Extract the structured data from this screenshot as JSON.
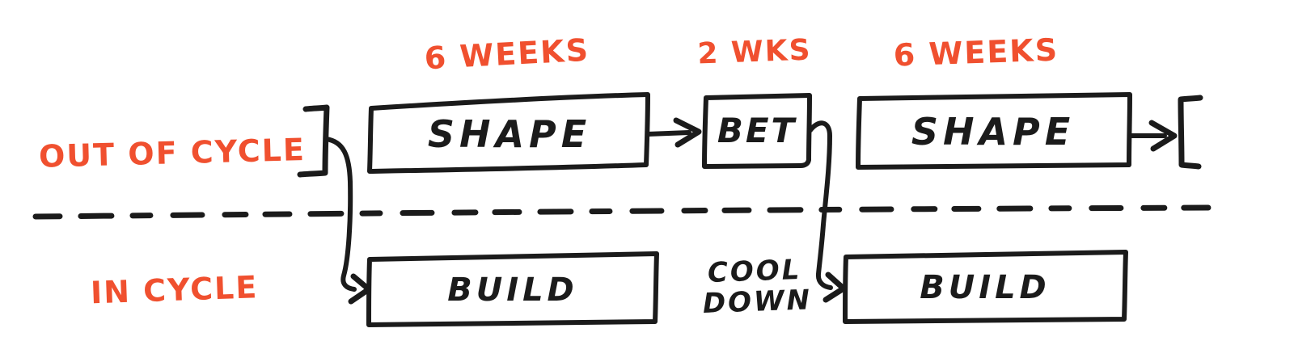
{
  "meta": {
    "ink": "#1b1b1b",
    "accent": "#f0502f",
    "background": "#ffffff"
  },
  "lanes": {
    "out_of_cycle": "OUT OF CYCLE",
    "in_cycle": "IN CYCLE"
  },
  "durations": {
    "shape1": "6 WEEKS",
    "bet": "2 WKS",
    "shape2": "6 WEEKS"
  },
  "boxes": {
    "shape1": "SHAPE",
    "bet": "BET",
    "shape2": "SHAPE",
    "build1": "BUILD",
    "build2": "BUILD"
  },
  "cooldown": {
    "line1": "COOL",
    "line2": "DOWN"
  }
}
